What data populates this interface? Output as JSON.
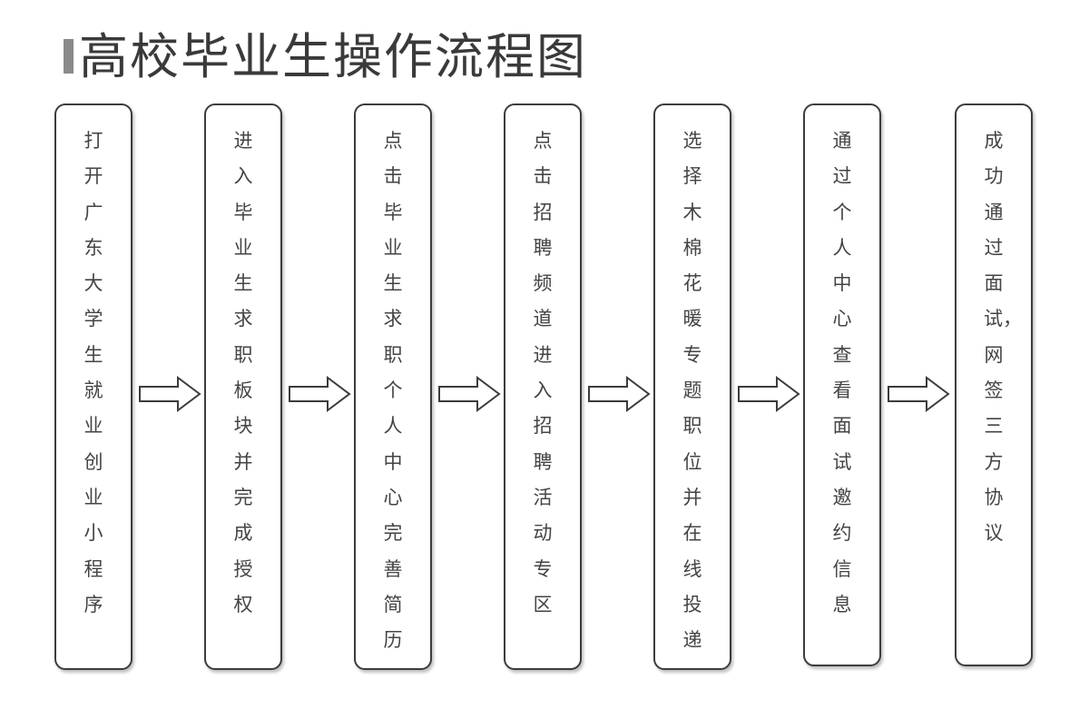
{
  "title": "高校毕业生操作流程图",
  "steps": [
    {
      "text": "打开广东大学生就业创业小程序"
    },
    {
      "text": "进入毕业生求职板块并完成授权"
    },
    {
      "text": "点击毕业生求职个人中心完善简历"
    },
    {
      "text": "点击招聘频道进入招聘活动专区"
    },
    {
      "text": "选择木棉花暖专题职位并在线投递"
    },
    {
      "text": "通过个人中心查看面试邀约信息"
    },
    {
      "text": "成功通过面试，网签三方协议"
    }
  ]
}
